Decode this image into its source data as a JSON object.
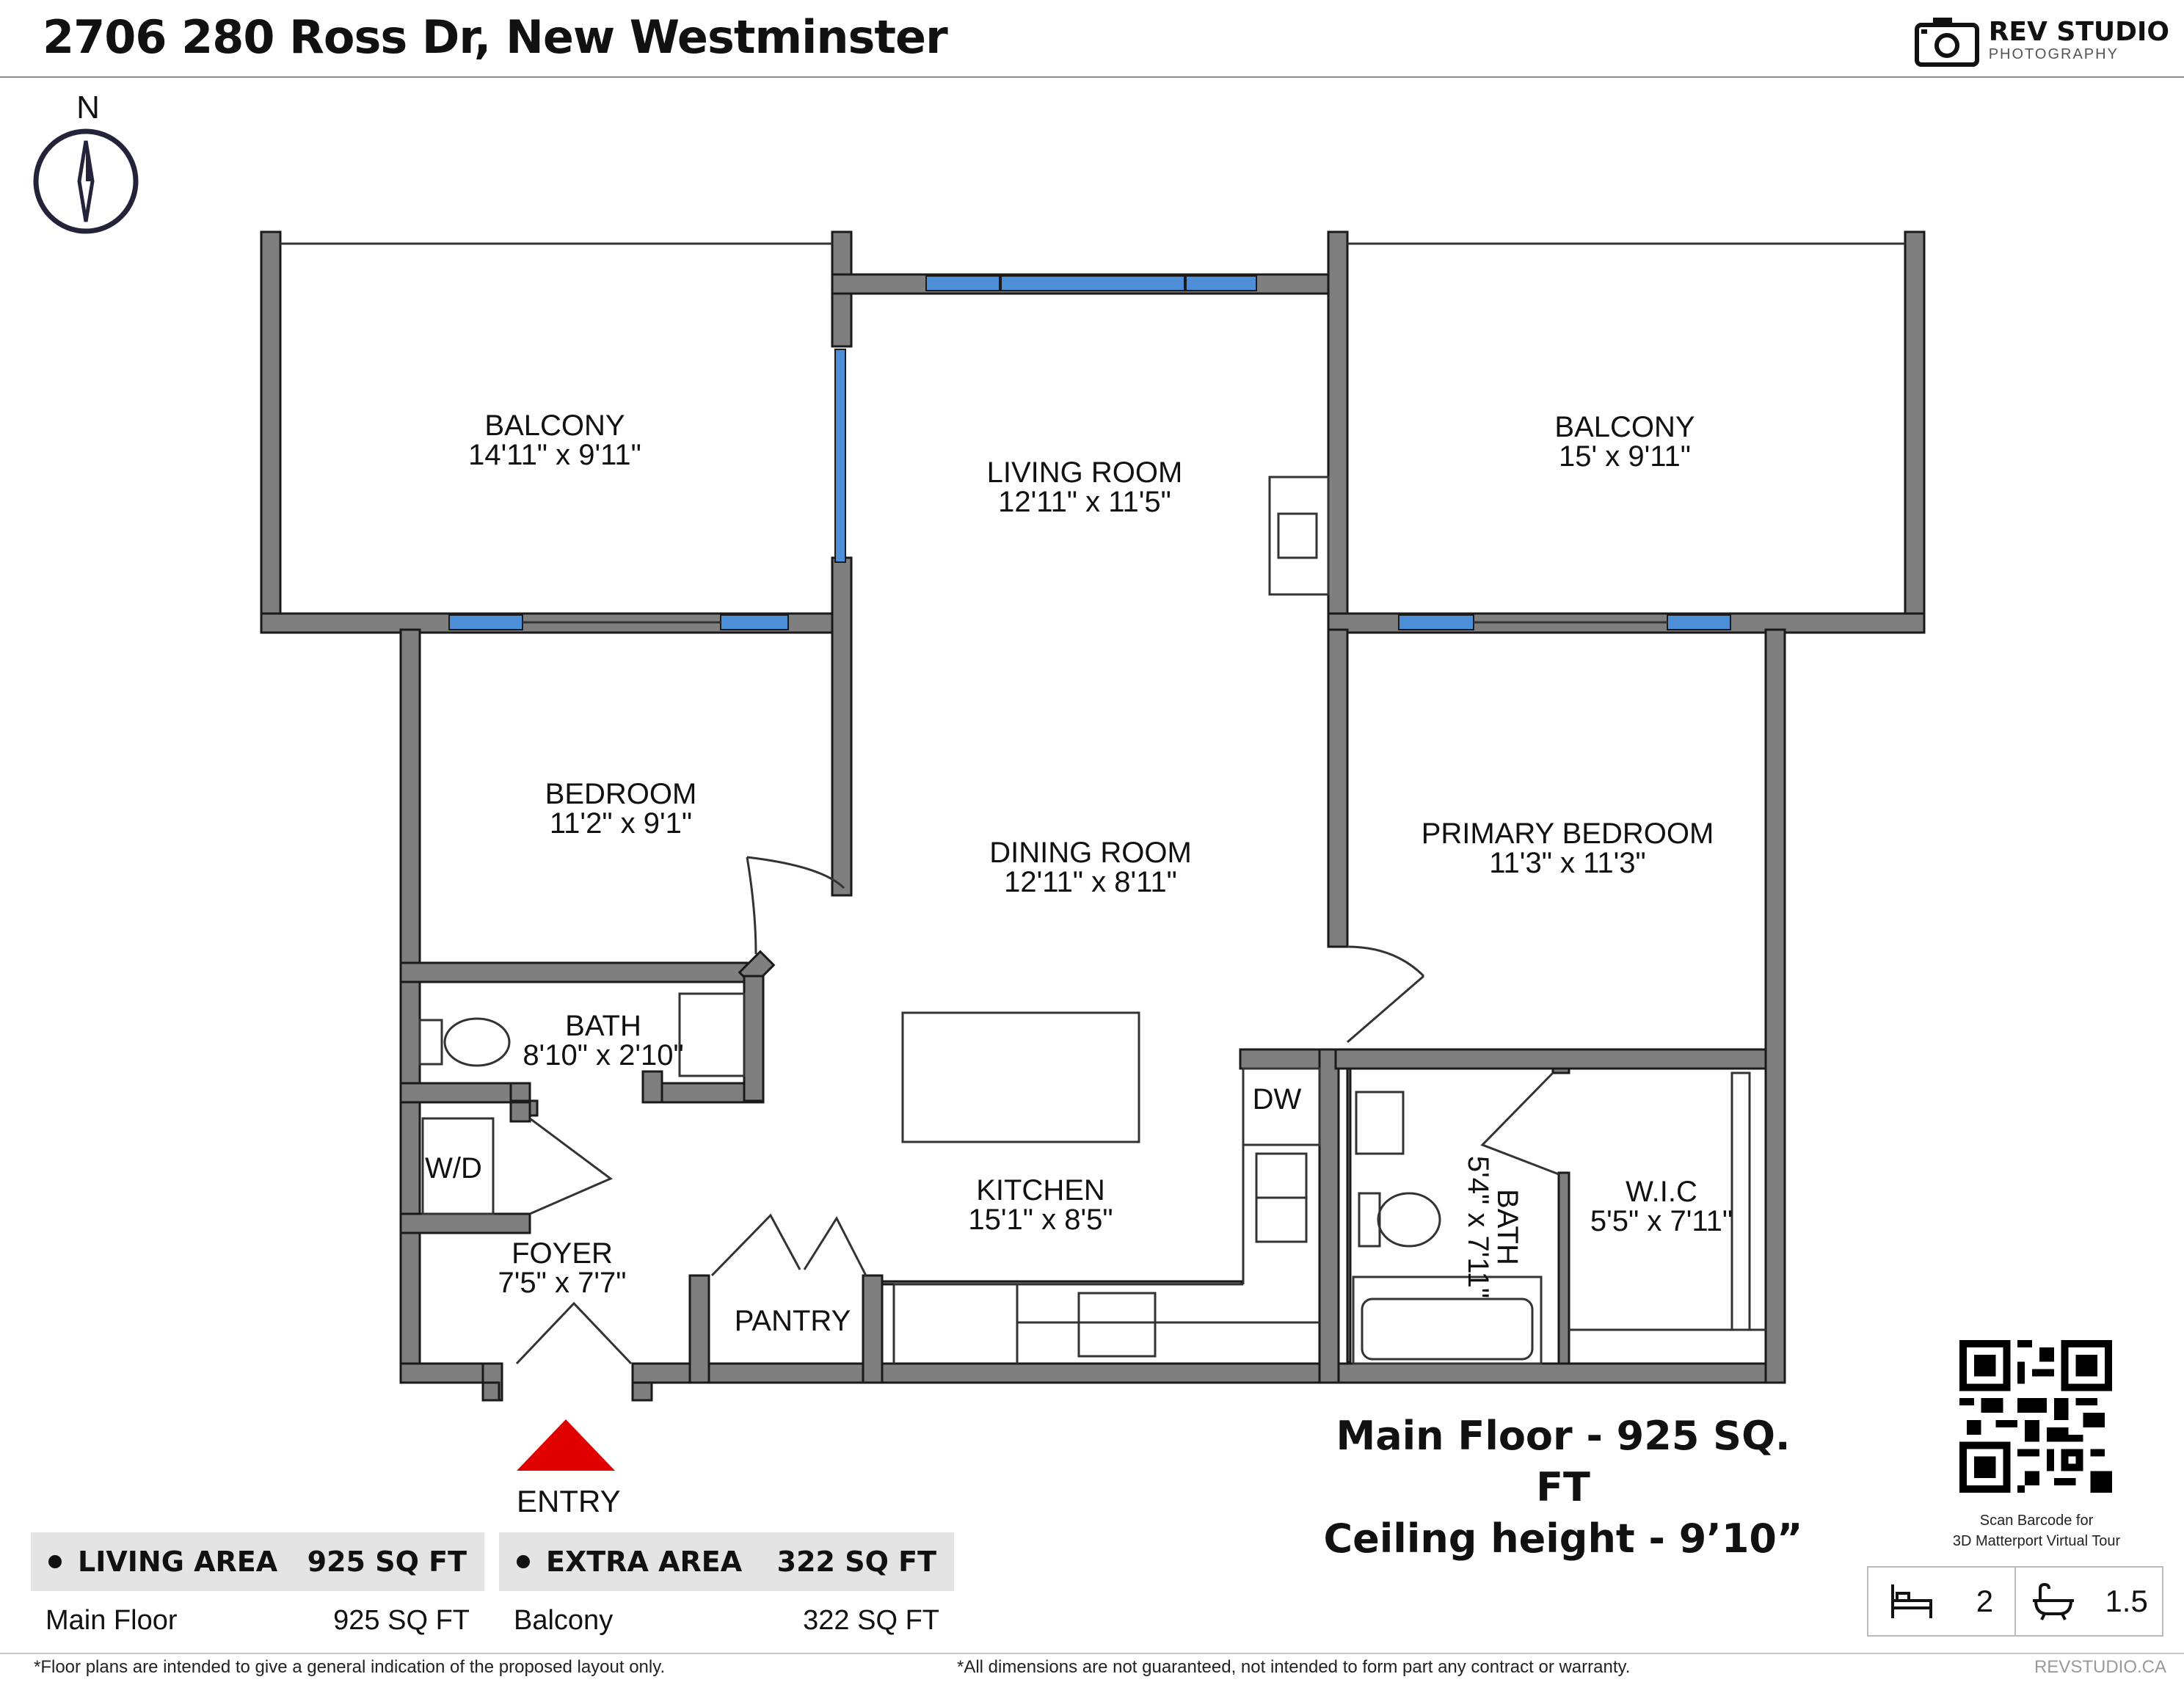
{
  "header": {
    "title": "2706 280 Ross Dr, New Westminster",
    "logo_main": "REV STUDIO",
    "logo_sub": "PHOTOGRAPHY"
  },
  "compass": {
    "label": "N"
  },
  "rooms": [
    {
      "name": "BALCONY",
      "dims": "14'11\" x 9'11\""
    },
    {
      "name": "LIVING ROOM",
      "dims": "12'11\" x 11'5\""
    },
    {
      "name": "BALCONY",
      "dims": "15' x 9'11\""
    },
    {
      "name": "BEDROOM",
      "dims": "11'2\" x 9'1\""
    },
    {
      "name": "DINING ROOM",
      "dims": "12'11\" x 8'11\""
    },
    {
      "name": "PRIMARY BEDROOM",
      "dims": "11'3\" x 11'3\""
    },
    {
      "name": "BATH",
      "dims": "8'10\" x 2'10\""
    },
    {
      "name": "W/D",
      "dims": ""
    },
    {
      "name": "FOYER",
      "dims": "7'5\" x 7'7\""
    },
    {
      "name": "PANTRY",
      "dims": ""
    },
    {
      "name": "KITCHEN",
      "dims": "15'1\" x 8'5\""
    },
    {
      "name": "DW",
      "dims": ""
    },
    {
      "name": "BATH",
      "dims": "5'4\" x 7'11\""
    },
    {
      "name": "W.I.C",
      "dims": "5'5\" x 7'11\""
    }
  ],
  "entry": {
    "label": "ENTRY",
    "arrow_color": "#e00000"
  },
  "summary": {
    "line1": "Main Floor - 925 SQ. FT",
    "line2": "Ceiling height - 9’10”"
  },
  "qr": {
    "caption1": "Scan Barcode for",
    "caption2": "3D Matterport Virtual Tour"
  },
  "areas": {
    "living": {
      "head": "LIVING AREA",
      "total": "925 SQ FT",
      "row_label": "Main Floor",
      "row_value": "925 SQ FT"
    },
    "extra": {
      "head": "EXTRA AREA",
      "total": "322 SQ FT",
      "row_label": "Balcony",
      "row_value": "322 SQ FT"
    }
  },
  "stats": {
    "beds": "2",
    "baths": "1.5",
    "bed_icon": "bed-icon",
    "bath_icon": "bathtub-icon"
  },
  "footer": {
    "left": "*Floor plans are intended to give a general indication of the proposed layout only.",
    "middle": "*All dimensions are not guaranteed, not intended to form part any contract or warranty.",
    "right": "REVSTUDIO.CA"
  },
  "colors": {
    "wall": "#7f7f7f",
    "wall_outline": "#1a1a1a",
    "window": "#4d8fd6"
  }
}
